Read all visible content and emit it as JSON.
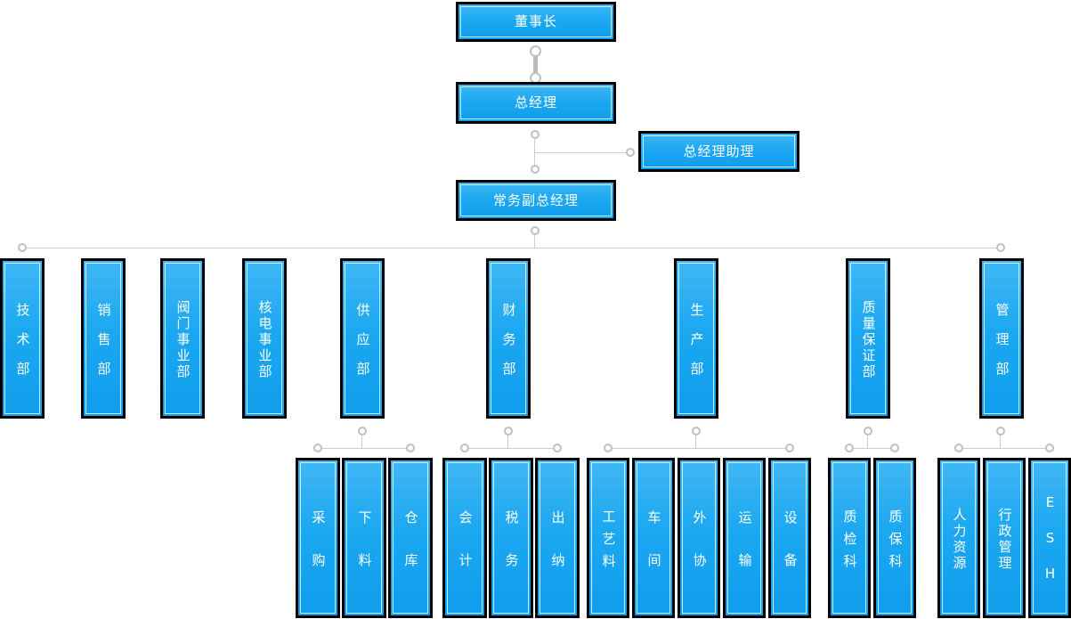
{
  "page": {
    "background": "#ffffff"
  },
  "colors": {
    "box_gradient_top": "#40b7f5",
    "box_gradient_bottom": "#0f9ded",
    "box_border": "#000000",
    "box_inner_stroke": "#ebfaff",
    "connector_line": "#cccccc",
    "connector_thick_line": "#b8b8b8",
    "connector_dot_fill": "#ffffff",
    "connector_dot_stroke": "#c0c0c0",
    "label_text": "#ffffff"
  },
  "org": {
    "chairman": {
      "label": "董事长"
    },
    "general_manager": {
      "label": "总经理"
    },
    "gm_assistant": {
      "label": "总经理助理"
    },
    "deputy_gm": {
      "label": "常务副总经理"
    },
    "departments": [
      {
        "label": "技术部"
      },
      {
        "label": "销售部"
      },
      {
        "label": "阀门事业部"
      },
      {
        "label": "核电事业部"
      },
      {
        "label": "供应部"
      },
      {
        "label": "财务部"
      },
      {
        "label": "生产部"
      },
      {
        "label": "质量保证部"
      },
      {
        "label": "管理部"
      }
    ],
    "subgroups": [
      {
        "parent": "供应部",
        "children": [
          {
            "label": "采购"
          },
          {
            "label": "下料"
          },
          {
            "label": "仓库"
          }
        ]
      },
      {
        "parent": "财务部",
        "children": [
          {
            "label": "会计"
          },
          {
            "label": "税务"
          },
          {
            "label": "出纳"
          }
        ]
      },
      {
        "parent": "生产部",
        "children": [
          {
            "label": "工艺料"
          },
          {
            "label": "车间"
          },
          {
            "label": "外协"
          },
          {
            "label": "运输"
          },
          {
            "label": "设备"
          }
        ]
      },
      {
        "parent": "质量保证部",
        "children": [
          {
            "label": "质检科"
          },
          {
            "label": "质保科"
          }
        ]
      },
      {
        "parent": "管理部",
        "children": [
          {
            "label": "人力资源"
          },
          {
            "label": "行政管理"
          },
          {
            "label": "ESH"
          }
        ]
      }
    ]
  }
}
